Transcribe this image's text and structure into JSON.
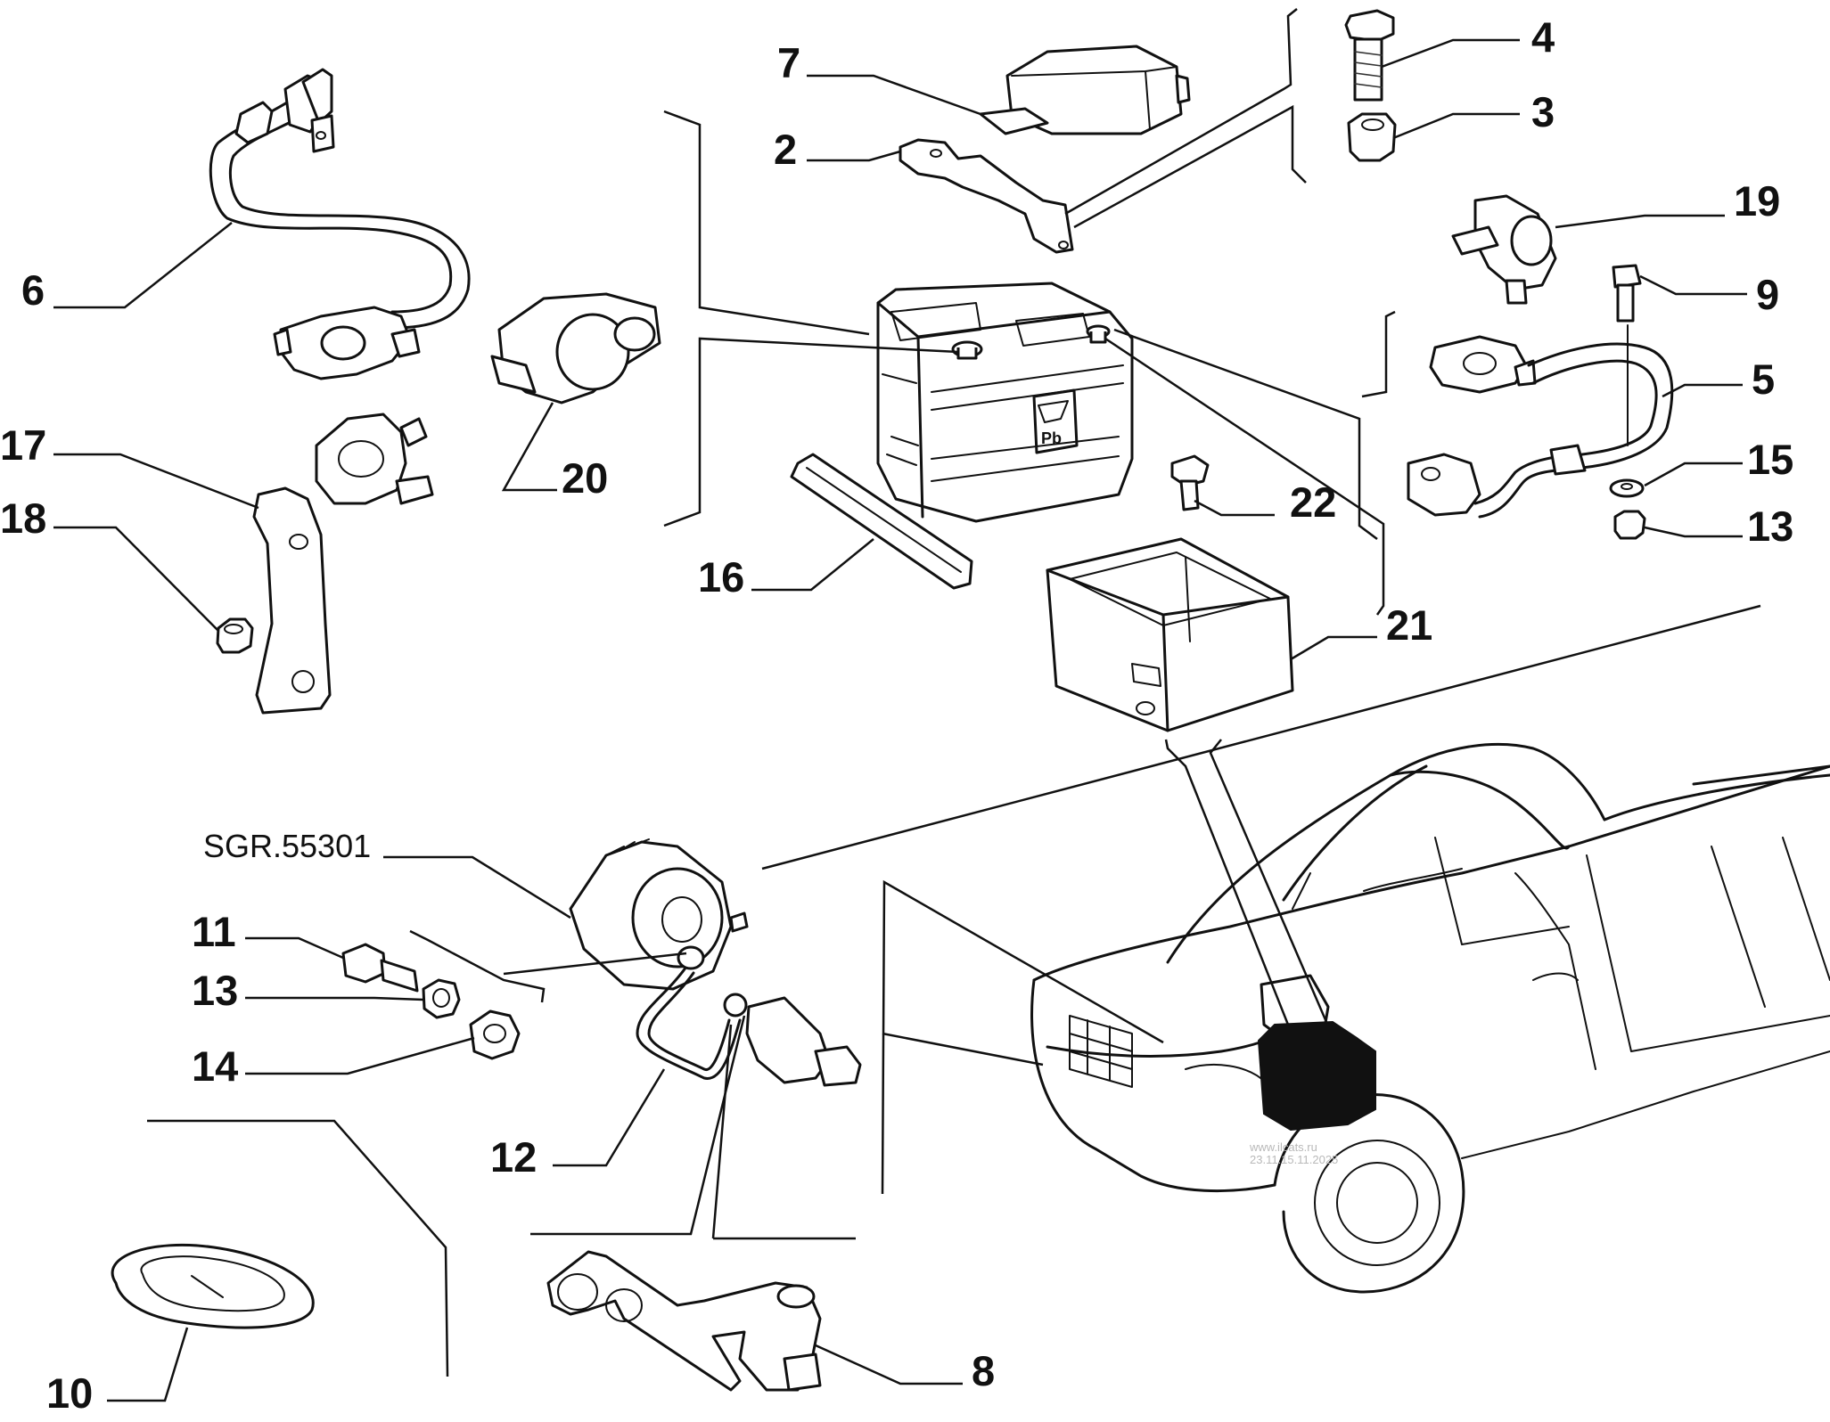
{
  "diagram": {
    "callouts": {
      "c7": "7",
      "c2": "2",
      "c4": "4",
      "c3": "3",
      "c19": "19",
      "c9": "9",
      "c5": "5",
      "c15": "15",
      "c13a": "13",
      "c6": "6",
      "c17": "17",
      "c18": "18",
      "c20": "20",
      "c16": "16",
      "c22": "22",
      "c21": "21",
      "c11": "11",
      "c13b": "13",
      "c14": "14",
      "c12": "12",
      "c10": "10",
      "c8": "8"
    },
    "group_code": "SGR.55301",
    "battery_label": "Pb",
    "watermark": {
      "line1": "www.ilcats.ru",
      "line2": "23.11.15.11.2025"
    }
  }
}
